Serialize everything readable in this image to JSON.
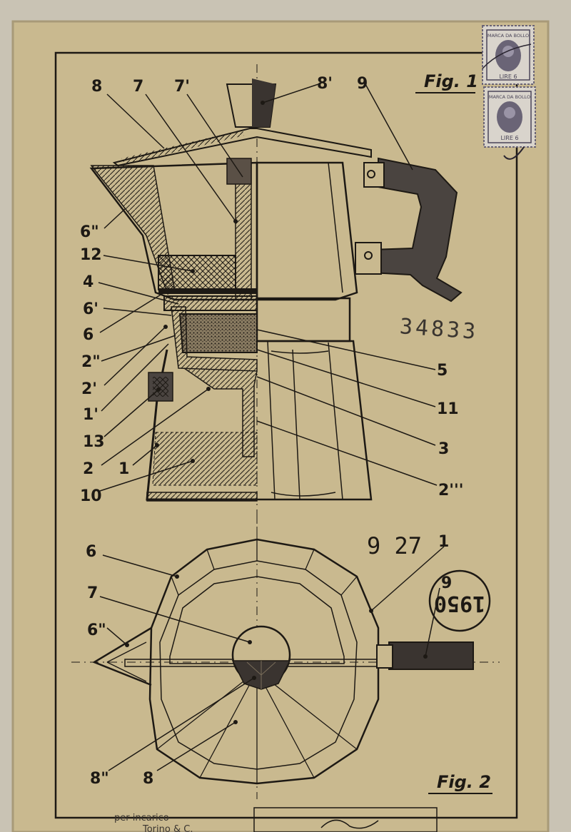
{
  "figure_labels": {
    "fig1": "Fig. 1",
    "fig2": "Fig. 2"
  },
  "fig1_labels": {
    "top": [
      "8",
      "7",
      "7'",
      "8'",
      "9"
    ],
    "left": [
      "6\"",
      "12",
      "4",
      "6'",
      "6",
      "2\"",
      "2'",
      "1'",
      "13",
      "2",
      "1",
      "10"
    ],
    "right": [
      "5",
      "11",
      "3",
      "2'''"
    ]
  },
  "fig2_labels": {
    "left": [
      "6",
      "7",
      "6\""
    ],
    "bottom": [
      "8\"",
      "8"
    ],
    "right": [
      "1",
      "9"
    ]
  },
  "numbers": {
    "serial": "34833",
    "code": "9 27",
    "round_stamp": "1950"
  },
  "stamps": {
    "top_text": "MARCA DA BOLLO",
    "bottom_text": "LIRE 6"
  },
  "bottom_text": {
    "note": "per incarico",
    "company": "Torino & C."
  },
  "colors": {
    "paper": "#c9b98f",
    "ink": "#1d1914",
    "stamp": "#4a4558"
  }
}
